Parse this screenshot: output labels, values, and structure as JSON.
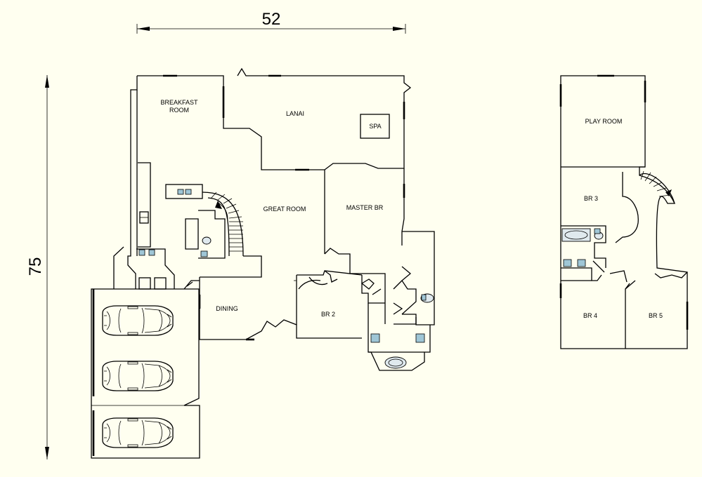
{
  "dimensions": {
    "width_label": "52",
    "depth_label": "75"
  },
  "rooms": {
    "breakfast_room_line1": "BREAKFAST",
    "breakfast_room_line2": "ROOM",
    "lanai": "LANAI",
    "spa": "SPA",
    "great_room": "GREAT ROOM",
    "master_br": "MASTER BR",
    "dining": "DINING",
    "br2": "BR 2",
    "play_room": "PLAY ROOM",
    "br3": "BR 3",
    "br4": "BR 4",
    "br5": "BR 5"
  },
  "colors": {
    "background": "#FFFFF0",
    "lines": "#000000",
    "fixture_fill": "#9fc6d6"
  }
}
